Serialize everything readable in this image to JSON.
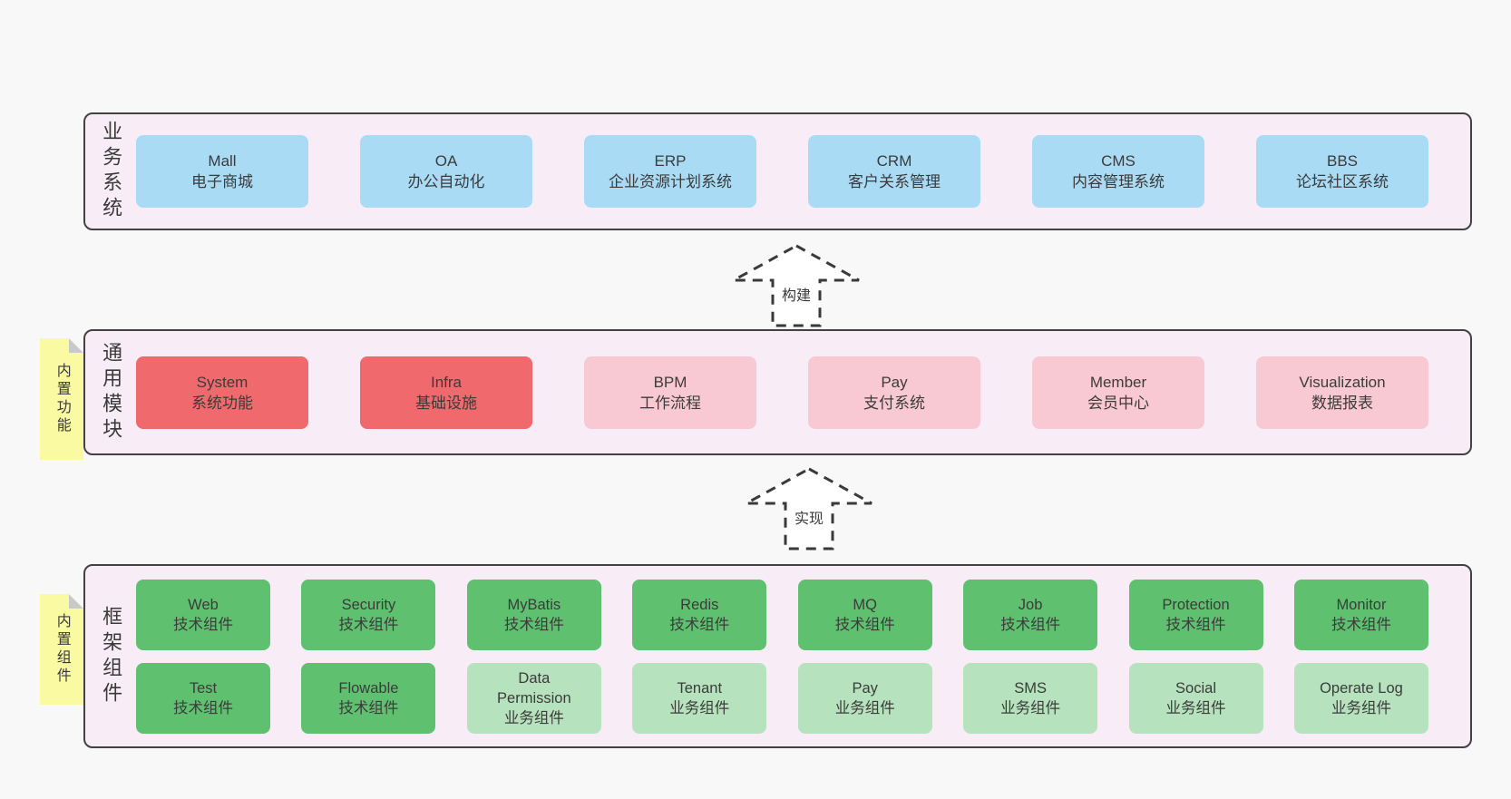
{
  "colors": {
    "page_bg": "#f8f8f8",
    "layer_bg": "#f8edf6",
    "layer_border": "#424242",
    "blue": "#a9dbf5",
    "red": "#f0696d",
    "pink": "#f9c9d3",
    "green": "#5fc170",
    "light_green": "#b6e3bd",
    "sticky_yellow": "#fafaa2",
    "sticky_fold": "#c9c9c9",
    "text": "#3b3b3b"
  },
  "layers": [
    {
      "label": "业务系统",
      "boxes": [
        {
          "name": "Mall",
          "desc": "电子商城"
        },
        {
          "name": "OA",
          "desc": "办公自动化"
        },
        {
          "name": "ERP",
          "desc": "企业资源计划系统"
        },
        {
          "name": "CRM",
          "desc": "客户关系管理"
        },
        {
          "name": "CMS",
          "desc": "内容管理系统"
        },
        {
          "name": "BBS",
          "desc": "论坛社区系统"
        }
      ]
    },
    {
      "label": "通用模块",
      "sticky": "内置功能",
      "boxes": [
        {
          "name": "System",
          "desc": "系统功能"
        },
        {
          "name": "Infra",
          "desc": "基础设施"
        },
        {
          "name": "BPM",
          "desc": "工作流程"
        },
        {
          "name": "Pay",
          "desc": "支付系统"
        },
        {
          "name": "Member",
          "desc": "会员中心"
        },
        {
          "name": "Visualization",
          "desc": "数据报表"
        }
      ]
    },
    {
      "label": "框架组件",
      "sticky": "内置组件",
      "rows": [
        [
          {
            "name": "Web",
            "desc": "技术组件"
          },
          {
            "name": "Security",
            "desc": "技术组件"
          },
          {
            "name": "MyBatis",
            "desc": "技术组件"
          },
          {
            "name": "Redis",
            "desc": "技术组件"
          },
          {
            "name": "MQ",
            "desc": "技术组件"
          },
          {
            "name": "Job",
            "desc": "技术组件"
          },
          {
            "name": "Protection",
            "desc": "技术组件"
          },
          {
            "name": "Monitor",
            "desc": "技术组件"
          }
        ],
        [
          {
            "name": "Test",
            "desc": "技术组件"
          },
          {
            "name": "Flowable",
            "desc": "技术组件"
          },
          {
            "name": "Data Permission",
            "desc": "业务组件"
          },
          {
            "name": "Tenant",
            "desc": "业务组件"
          },
          {
            "name": "Pay",
            "desc": "业务组件"
          },
          {
            "name": "SMS",
            "desc": "业务组件"
          },
          {
            "name": "Social",
            "desc": "业务组件"
          },
          {
            "name": "Operate Log",
            "desc": "业务组件"
          }
        ]
      ]
    }
  ],
  "arrows": [
    {
      "label": "构建"
    },
    {
      "label": "实现"
    }
  ]
}
